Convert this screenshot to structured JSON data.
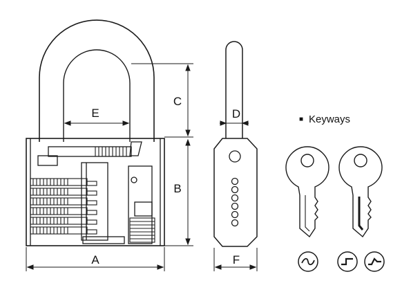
{
  "labels": {
    "A": "A",
    "B": "B",
    "C": "C",
    "D": "D",
    "E": "E",
    "F": "F"
  },
  "keyways": {
    "title": "Keyways",
    "bullet": "■"
  },
  "colors": {
    "line": "#1a1a1a",
    "background": "#ffffff"
  }
}
